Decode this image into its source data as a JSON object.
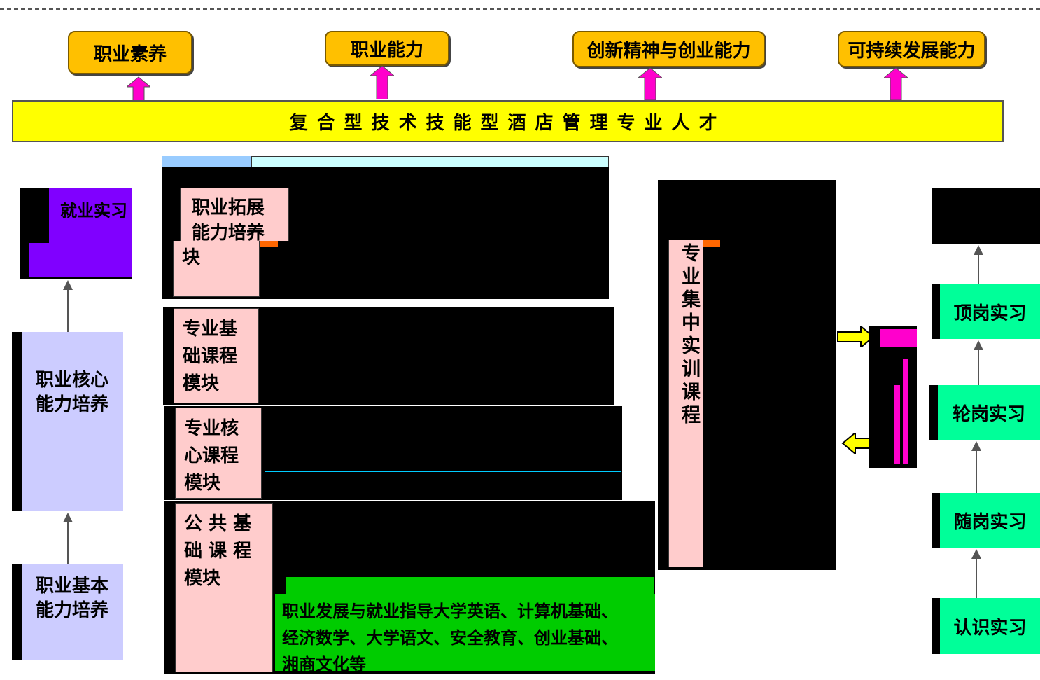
{
  "goals": [
    "职业素养",
    "职业能力",
    "创新精神与创业能力",
    "可持续发展能力"
  ],
  "banner": "复合型技术技能型酒店管理专业人才",
  "left_column": {
    "employment_internship": "就业实习",
    "core_ability": "职业核心\n能力培养",
    "basic_ability": "职业基本\n能力培养"
  },
  "modules": {
    "extension": "职业拓展\n能力培养\n块",
    "professional_basic": "专业基\n础课程\n模块",
    "professional_core": "专业核\n心课程\n模块",
    "public_basic": "公 共 基\n础 课 程\n模块",
    "public_basic_courses": "职业发展与就业指导大学英语、计算机基础、\n经济数学、大学语文、安全教育、创业基础、\n湘商文化等"
  },
  "training_courses": "专业集中实训课程",
  "internships": [
    "顶岗实习",
    "轮岗实习",
    "随岗实习",
    "认识实习"
  ],
  "colors": {
    "goal": "#ffc000",
    "banner": "#ffff00",
    "arrow": "#ff00cc",
    "lavender": "#ccccff",
    "purple": "#8000ff",
    "module": "#ffcccc",
    "green": "#00cc00",
    "teal": "#00ff99"
  }
}
